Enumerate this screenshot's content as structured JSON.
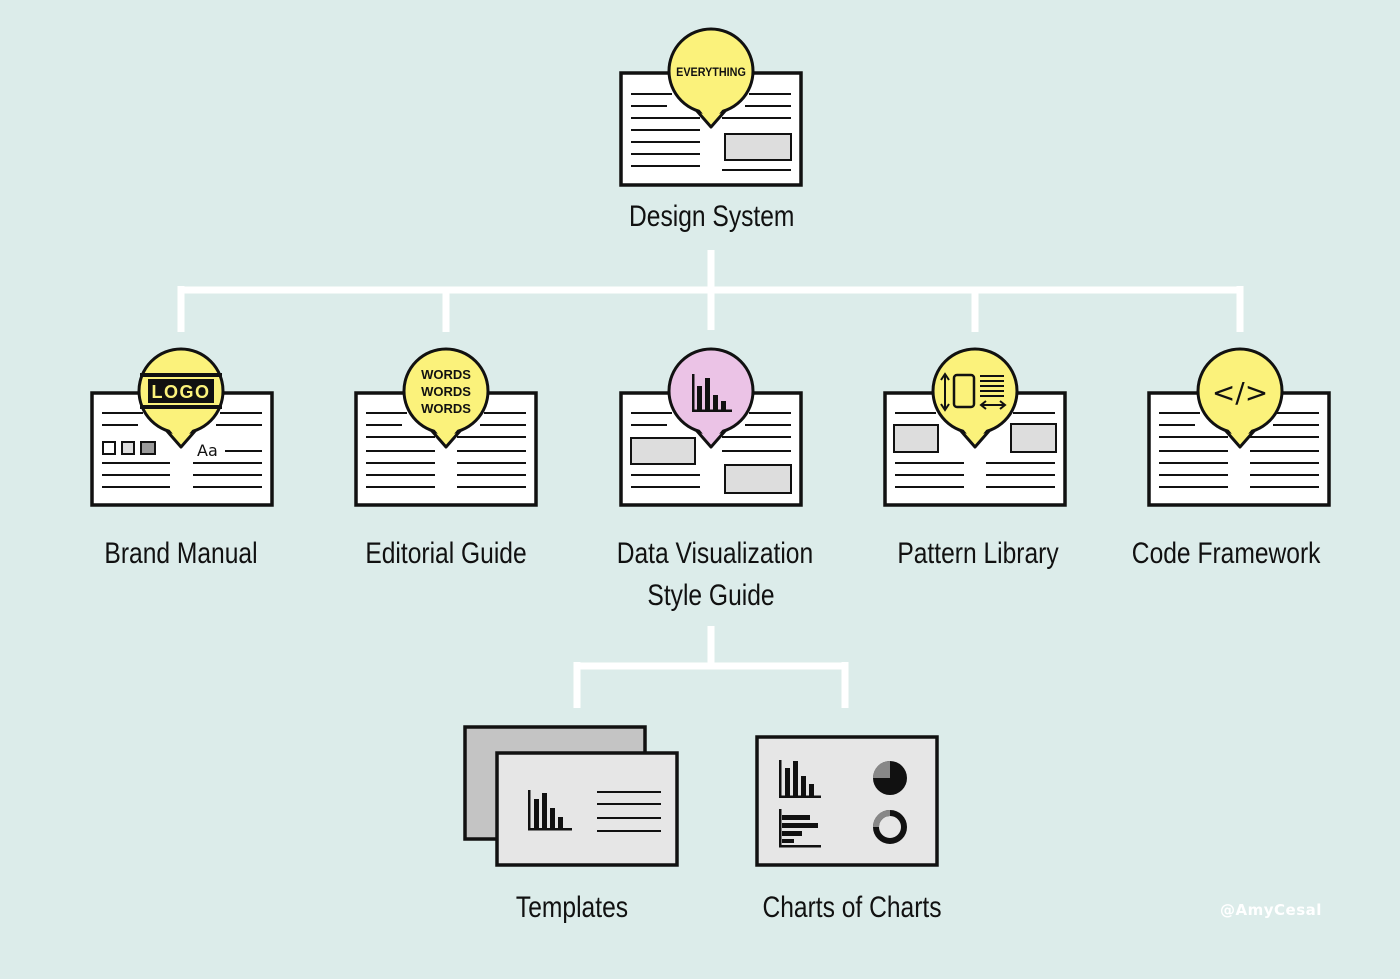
{
  "root": {
    "label": "Design System",
    "badge": "EVERYTHING"
  },
  "children": [
    {
      "label": "Brand Manual",
      "badge": "LOGO",
      "extra": "Aa",
      "icon": "logo-icon"
    },
    {
      "label": "Editorial Guide",
      "badge_lines": [
        "WORDS",
        "WORDS",
        "WORDS"
      ],
      "icon": "words-icon"
    },
    {
      "label_line1": "Data Visualization",
      "label_line2": "Style Guide",
      "icon": "bar-chart-icon"
    },
    {
      "label": "Pattern Library",
      "icon": "layout-arrows-icon"
    },
    {
      "label": "Code Framework",
      "badge": "</>",
      "icon": "code-icon"
    }
  ],
  "grandchildren": [
    {
      "label": "Templates",
      "icon": "bar-chart-icon"
    },
    {
      "label": "Charts of Charts",
      "icon": "chart-types-icon"
    }
  ],
  "credit": "@AmyCesal",
  "colors": {
    "background": "#dcecea",
    "badge_yellow": "#fbf27b",
    "badge_pink": "#ebc3e6",
    "panel_gray": "#dddddd",
    "connector": "#ffffff"
  }
}
